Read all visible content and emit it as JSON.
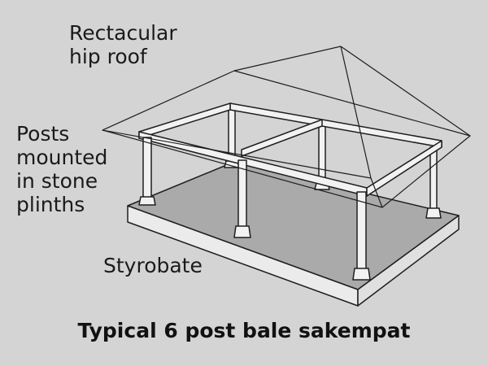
{
  "labels": {
    "roof": "Rectacular\nhip roof",
    "posts": "Posts\nmounted\nin stone\nplinths",
    "base": "Styrobate"
  },
  "caption": "Typical 6 post bale sakempat",
  "colors": {
    "background": "#d4d4d4",
    "platform_top": "#aaaaaa",
    "platform_side": "#ebebeb",
    "frame": "#f2f2f2",
    "outline": "#1e1e1e"
  }
}
